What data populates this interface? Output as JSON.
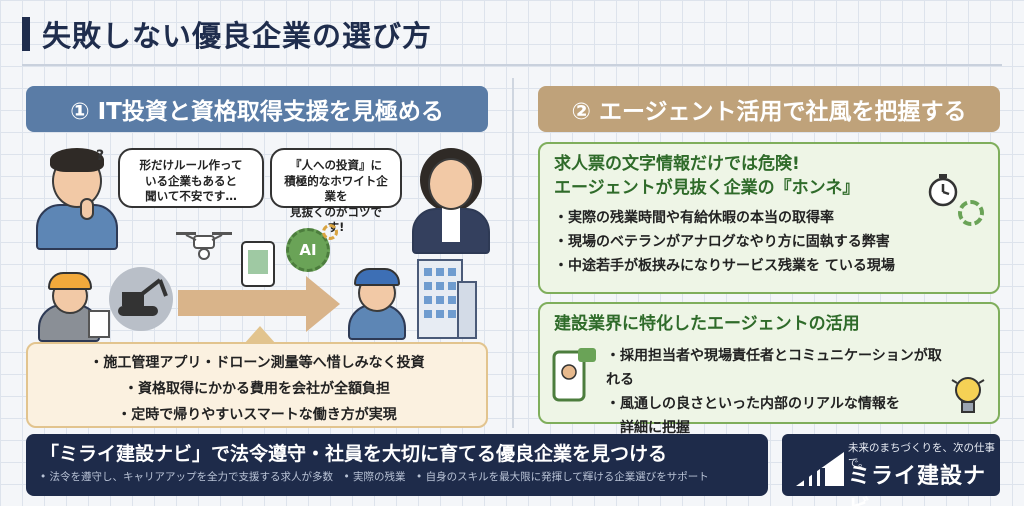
{
  "header": {
    "title": "失敗しない優良企業の選び方"
  },
  "left": {
    "heading": "① IT投資と資格取得支援を見極める",
    "bubble_worried": [
      "形だけルール作って",
      "いる企業もあると",
      "聞いて不安です…"
    ],
    "bubble_advisor": [
      "『人への投資』に",
      "積極的なホワイト企業を",
      "見抜くのがコツです!"
    ],
    "ai_label": "AI",
    "points": [
      "・施工管理アプリ・ドローン測量等へ惜しみなく投資",
      "・資格取得にかかる費用を会社が全額負担",
      "・定時で帰りやすいスマートな働き方が実現"
    ]
  },
  "right": {
    "heading": "② エージェント活用で社風を把握する",
    "box1": {
      "title_lines": [
        "求人票の文字情報だけでは危険!",
        "エージェントが見抜く企業の『ホンネ』"
      ],
      "items": [
        "・実際の残業時間や有給休暇の本当の取得率",
        "・現場のベテランがアナログなやり方に固執する弊害",
        "・中途若手が板挟みになりサービス残業を ている現場"
      ]
    },
    "box2": {
      "title": "建設業界に特化したエージェントの活用",
      "items": [
        "・採用担当者や現場責任者とコミュニケーションが取れる",
        "・風通しの良さといった内部のリアルな情報を",
        "詳細に把握"
      ]
    }
  },
  "footer": {
    "title": "「ミライ建設ナビ」で法令遵守・社員を大切に育てる優良企業を見つける",
    "subtitle": "• 法令を遵守し、キャリアアップを全力で支援する求人が多数　• 実際の残業　• 自身のスキルを最大限に発揮して輝ける企業選びをサポート"
  },
  "logo": {
    "tagline": "未来のまちづくりを、次の仕事で。",
    "name": "ミライ建設ナビ"
  },
  "colors": {
    "navy": "#1e2b4a",
    "blue_banner": "#5a7ca6",
    "tan_banner": "#bfa27a",
    "green": "#2f6b2a"
  }
}
